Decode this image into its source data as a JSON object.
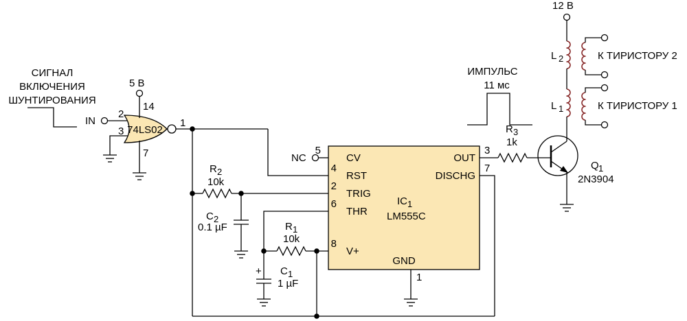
{
  "labels": {
    "signal_line1": "СИГНАЛ",
    "signal_line2": "ВКЛЮЧЕНИЯ",
    "signal_line3": "ШУНТИРОВАНИЯ",
    "in": "IN",
    "supply_5v": "5 В",
    "supply_12v": "12 В",
    "nc": "NC",
    "pulse_title": "ИМПУЛЬС",
    "pulse_width": "11 мс",
    "to_thyristor_2": "К ТИРИСТОРУ 2",
    "to_thyristor_1": "К ТИРИСТОРУ 1"
  },
  "gate": {
    "part": "74LS02",
    "pin_in_a": "2",
    "pin_in_b": "3",
    "pin_vcc": "14",
    "pin_gnd": "7",
    "pin_out": "1"
  },
  "ic1": {
    "ref": "IC",
    "ref_sub": "1",
    "part": "LM555C",
    "fill": "#fbe7b4",
    "pins": [
      {
        "num": "5",
        "name": "CV"
      },
      {
        "num": "4",
        "name": "RST"
      },
      {
        "num": "2",
        "name": "TRIG"
      },
      {
        "num": "6",
        "name": "THR"
      },
      {
        "num": "8",
        "name": "V+"
      },
      {
        "num": "3",
        "name": "OUT"
      },
      {
        "num": "7",
        "name": "DISCHG"
      },
      {
        "num": "1",
        "name": "GND"
      }
    ]
  },
  "components": {
    "r1": {
      "ref": "R",
      "sub": "1",
      "value": "10k"
    },
    "r2": {
      "ref": "R",
      "sub": "2",
      "value": "10k"
    },
    "r3": {
      "ref": "R",
      "sub": "3",
      "value": "1k"
    },
    "c1": {
      "ref": "C",
      "sub": "1",
      "value": "1 µF",
      "polarity": "+"
    },
    "c2": {
      "ref": "C",
      "sub": "2",
      "value": "0.1 µF"
    },
    "q1": {
      "ref": "Q",
      "sub": "1",
      "part": "2N3904"
    },
    "l1": {
      "ref": "L",
      "sub": "1"
    },
    "l2": {
      "ref": "L",
      "sub": "2"
    }
  },
  "colors": {
    "wire": "#000000",
    "ic_fill": "#fbe7b4",
    "gate_fill": "#fbe7b4",
    "coil": "#8a2d2d"
  }
}
